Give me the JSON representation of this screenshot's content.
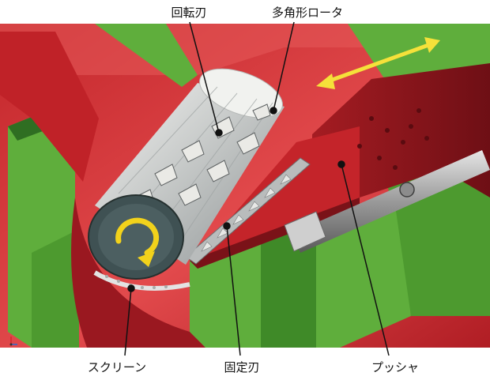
{
  "labels": {
    "rotating_blade": "回転刃",
    "polygonal_rotor": "多角形ロータ",
    "screen": "スクリーン",
    "fixed_blade": "固定刃",
    "pusher": "プッシャ"
  },
  "colors": {
    "housing_red": "#d42a2e",
    "housing_dark_red": "#7e1016",
    "frame_green": "#5fae3c",
    "frame_dark_green": "#2f6e22",
    "rotor_grey": "#c9cccb",
    "rotor_end": "#4a5a5c",
    "rotation_arrow": "#f2d21b",
    "stroke_arrow": "#f5e13a",
    "leader_line": "#111111"
  },
  "icons": {
    "rotation": "rotation-arrow-icon",
    "stroke": "double-headed-arrow-icon"
  }
}
